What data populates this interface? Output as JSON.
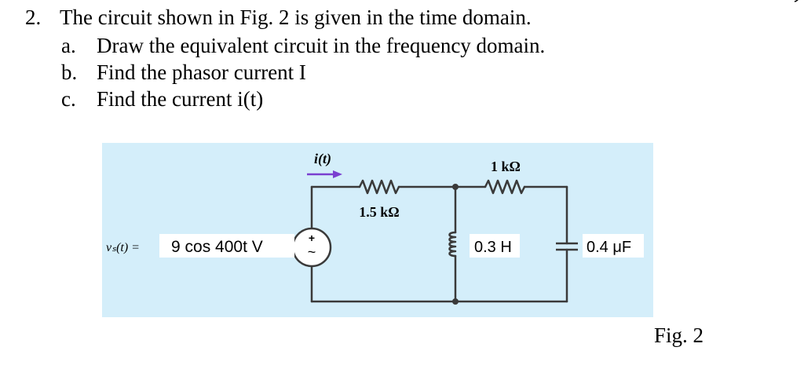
{
  "problem": {
    "number": "2.",
    "statement": "The circuit shown in Fig. 2 is given in the time domain.",
    "parts": [
      {
        "letter": "a.",
        "text": "Draw the equivalent circuit in the frequency domain."
      },
      {
        "letter": "b.",
        "text": "Find the phasor current I"
      },
      {
        "letter": "c.",
        "text": "Find the current i(t)"
      }
    ]
  },
  "circuit": {
    "current_label": "i(t)",
    "source_label": "vₛ(t) =",
    "source_value": "9 cos 400t V",
    "source_plus": "+",
    "source_tilde": "~",
    "r1_label": "1.5 kΩ",
    "r2_label": "1 kΩ",
    "inductor_label": "0.3 H",
    "capacitor_label": "0.4 μF",
    "colors": {
      "background": "#d4eefa",
      "wire": "#3a3a3a",
      "arrow": "#7a3fd0"
    }
  },
  "caption": "Fig. 2"
}
